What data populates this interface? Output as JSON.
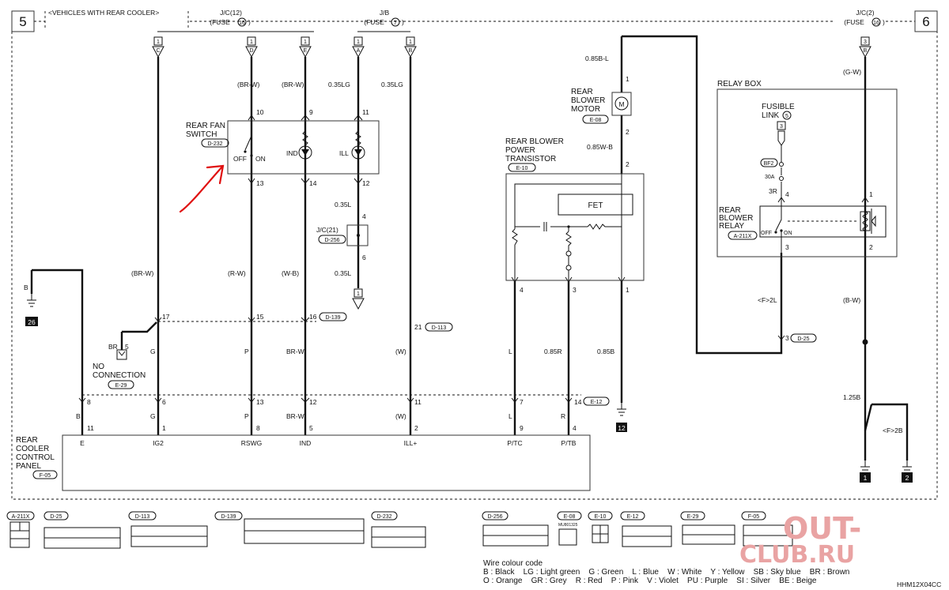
{
  "page": {
    "left_page": "5",
    "right_page": "6",
    "variant_note": "<VEHICLES WITH REAR COOLER>",
    "drawing_code": "HHM12X04CC",
    "watermark_top": "OUT-",
    "watermark_bottom": "CLUB.RU"
  },
  "supplies": {
    "jc12": {
      "name": "J/C(12)",
      "fuse": "(FUSE",
      "fuse_no": "16",
      "close": ")"
    },
    "jb": {
      "name": "J/B",
      "fuse": "(FUSE",
      "fuse_no": "7",
      "close": ")"
    },
    "jc2": {
      "name": "J/C(2)",
      "fuse": "(FUSE",
      "fuse_no": "16",
      "close": ")"
    },
    "term_1": "1",
    "term_3": "3",
    "letters": [
      "C",
      "D",
      "E",
      "A",
      "B",
      "B"
    ]
  },
  "wires": {
    "br_w": "(BR-W)",
    "lg035": "0.35LG",
    "b085_l": "0.85B-L",
    "w085_b": "0.85W-B",
    "g_w": "(G-W)",
    "l035": "0.35L",
    "r_w": "(R-W)",
    "w_b": "(W-B)",
    "b": "B",
    "br": "BR",
    "g": "G",
    "p": "P",
    "brw": "BR-W",
    "w": "(W)",
    "l": "L",
    "r085": "0.85R",
    "b085": "0.85B",
    "f2l": "<F>2L",
    "bw": "(B-W)",
    "b125": "1.25B",
    "f2b": "<F>2B",
    "r": "R"
  },
  "pins": {
    "p10": "10",
    "p9": "9",
    "p11": "11",
    "p13": "13",
    "p14": "14",
    "p12": "12",
    "p4": "4",
    "p6": "6",
    "p1": "1",
    "p2": "2",
    "p3": "3",
    "p5": "5",
    "p17": "17",
    "p15": "15",
    "p16": "16",
    "p21": "21",
    "p7": "7",
    "p8": "8",
    "p3r": "3R",
    "a30": "30A"
  },
  "components": {
    "rear_fan_switch": {
      "line1": "REAR FAN",
      "line2": "SWITCH",
      "code": "D-232",
      "off": "OFF",
      "on": "ON",
      "ind": "IND",
      "ill": "ILL"
    },
    "jc21": {
      "name": "J/C(21)",
      "code": "D-256"
    },
    "rear_blower_motor": {
      "line1": "REAR",
      "line2": "BLOWER",
      "line3": "MOTOR",
      "code": "E-08",
      "symbol": "M"
    },
    "power_transistor": {
      "line1": "REAR BLOWER",
      "line2": "POWER",
      "line3": "TRANSISTOR",
      "code": "E-10",
      "fet": "FET"
    },
    "relay_box": {
      "title": "RELAY BOX",
      "fusible": "FUSIBLE",
      "link": "LINK",
      "link_no": "5",
      "bf2": "BF2"
    },
    "blower_relay": {
      "line1": "REAR",
      "line2": "BLOWER",
      "line3": "RELAY",
      "code": "A-211X",
      "off": "OFF",
      "on": "ON"
    },
    "no_connection": {
      "line1": "NO",
      "line2": "CONNECTION",
      "code": "E-29"
    },
    "control_panel": {
      "line1": "REAR",
      "line2": "COOLER",
      "line3": "CONTROL",
      "line4": "PANEL",
      "code": "F-05"
    },
    "panel_terminals": [
      "E",
      "IG2",
      "RSWG",
      "IND",
      "ILL+",
      "P/TC",
      "P/TB"
    ]
  },
  "connector_refs": {
    "d139": "D-139",
    "d113": "D-113",
    "e12": "E-12",
    "d25": "D-25"
  },
  "grounds": {
    "g26": "26",
    "g12": "12",
    "g1": "1",
    "g2": "2"
  },
  "connector_strip": [
    {
      "code": "A-211X"
    },
    {
      "code": "D-25"
    },
    {
      "code": "D-113"
    },
    {
      "code": "D-139"
    },
    {
      "code": "D-232"
    },
    {
      "code": "D-256"
    },
    {
      "code": "E-08",
      "sub": "MU801325"
    },
    {
      "code": "E-10"
    },
    {
      "code": "E-12"
    },
    {
      "code": "E-29"
    },
    {
      "code": "F-05"
    }
  ],
  "legend": {
    "title": "Wire colour code",
    "row1": "B : Black    LG : Light green    G : Green    L : Blue    W : White    Y : Yellow    SB : Sky blue    BR : Brown",
    "row2": "O : Orange    GR : Grey    R : Red    P : Pink    V : Violet    PU : Purple    SI : Silver    BE : Beige"
  },
  "colors": {
    "annotation": "#e01010",
    "line": "#111111",
    "watermark": "#e9a3a3"
  }
}
